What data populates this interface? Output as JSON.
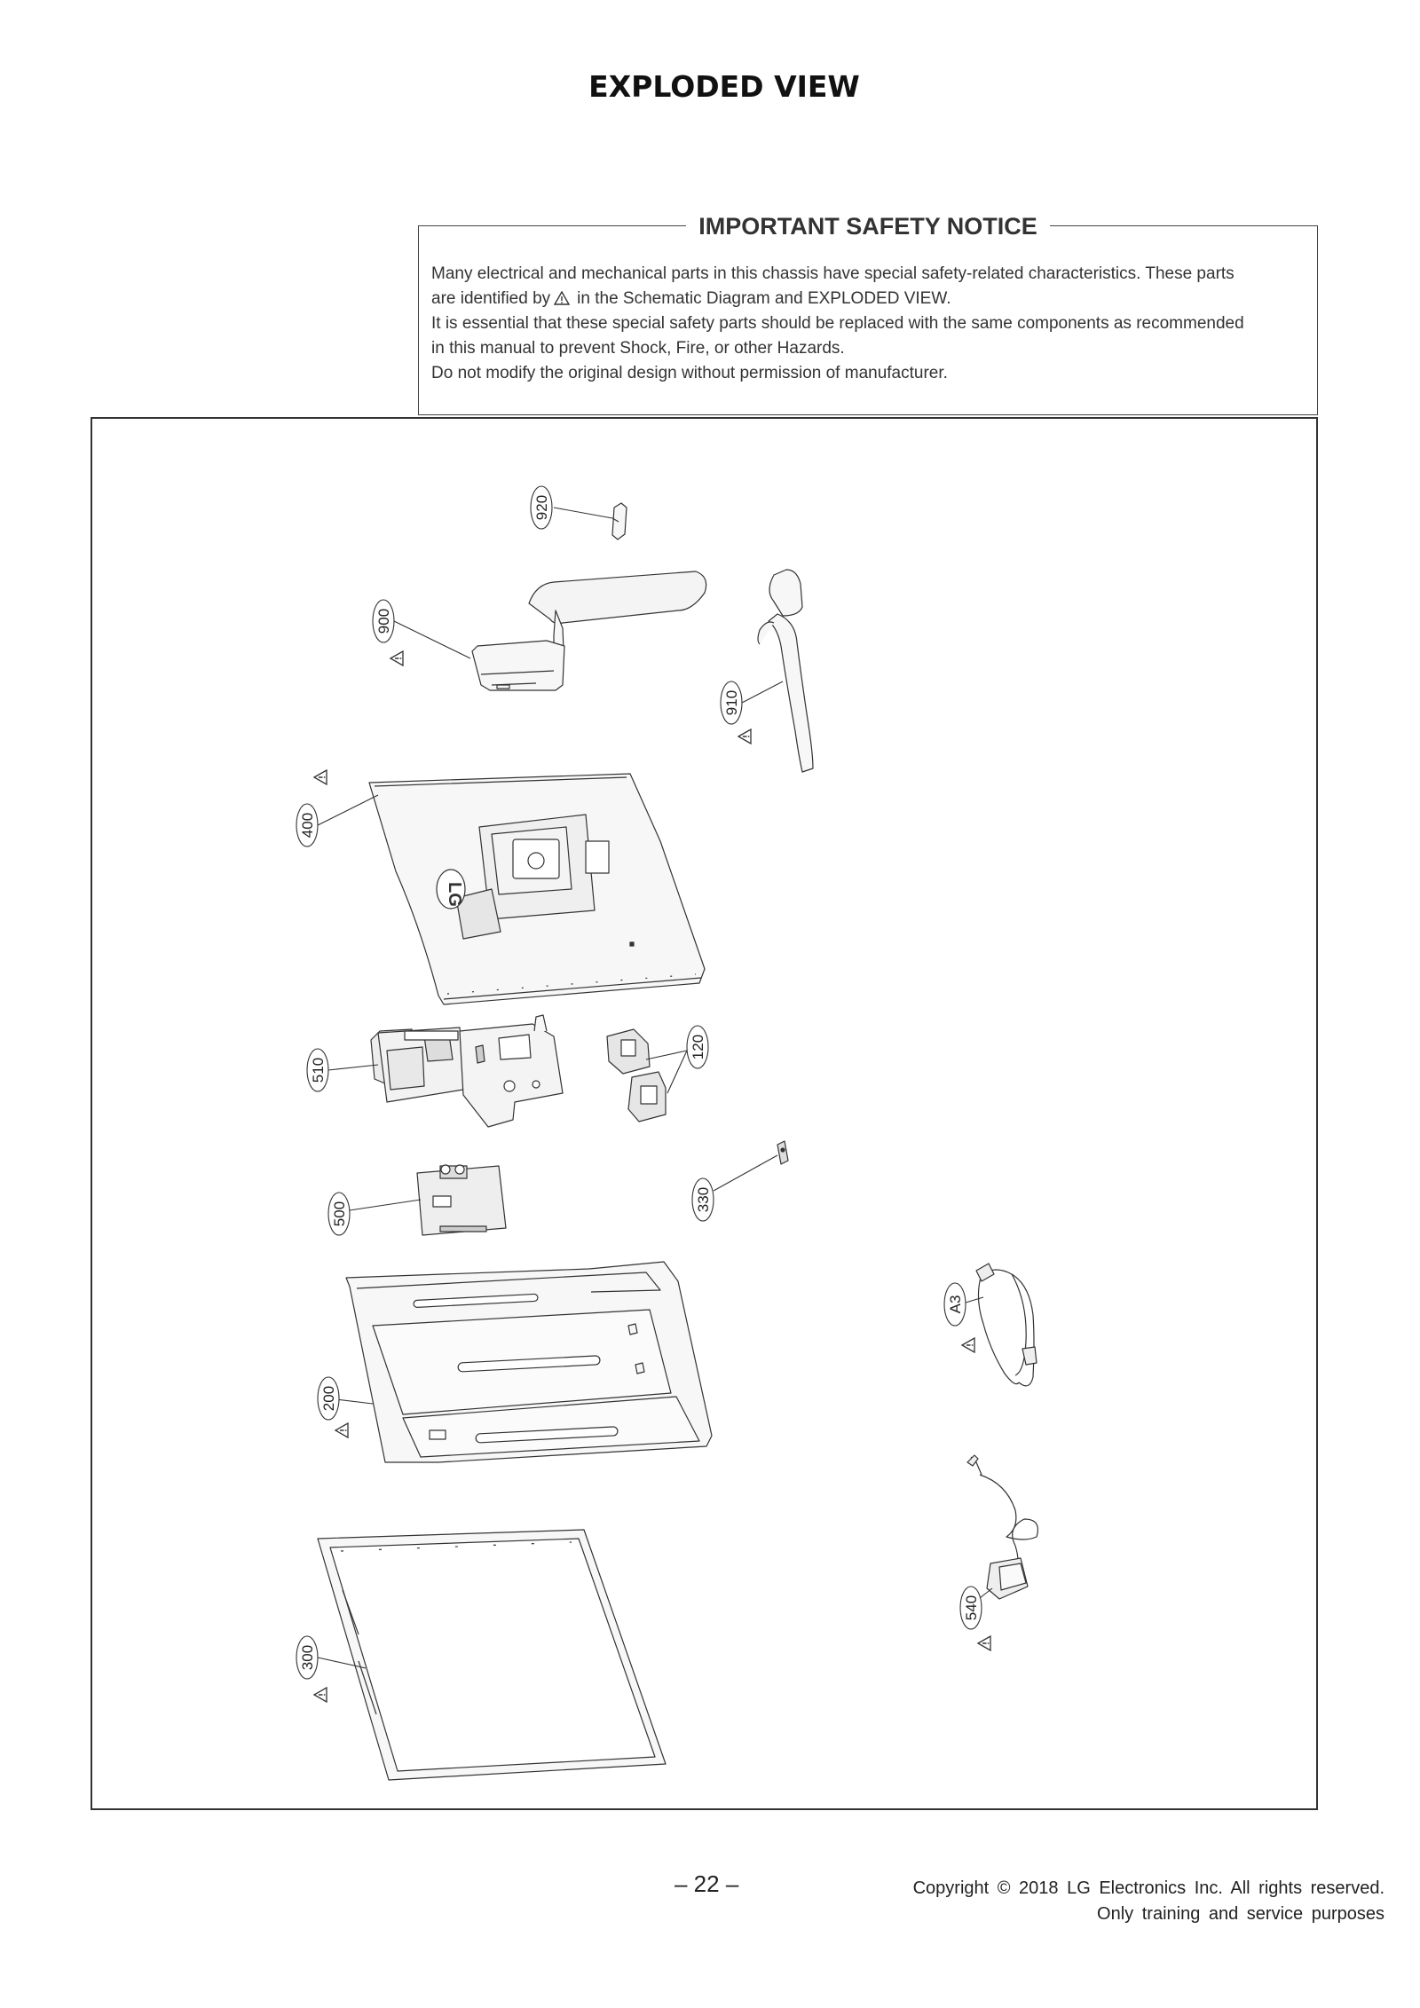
{
  "page": {
    "title": "EXPLODED  VIEW",
    "page_number": "– 22 –"
  },
  "notice": {
    "title": "IMPORTANT SAFETY NOTICE",
    "line1": "Many electrical and mechanical parts in this chassis have special safety-related characteristics. These parts",
    "line2_a": "are identified by",
    "line2_b": "in the Schematic Diagram and EXPLODED VIEW.",
    "line3": "It is essential that these special safety parts should be replaced with the same components as recommended",
    "line4": "in this manual to prevent Shock, Fire, or other Hazards.",
    "line5": "Do not modify the original design without permission of manufacturer."
  },
  "footer": {
    "copyright": "Copyright  ©  2018  LG  Electronics  Inc.  All  rights  reserved.",
    "purpose": "Only  training  and  service  purposes"
  },
  "parts": [
    {
      "ref": "920",
      "safety": false
    },
    {
      "ref": "900",
      "safety": true
    },
    {
      "ref": "910",
      "safety": true
    },
    {
      "ref": "400",
      "safety": true
    },
    {
      "ref": "510",
      "safety": false
    },
    {
      "ref": "120",
      "safety": false
    },
    {
      "ref": "500",
      "safety": false
    },
    {
      "ref": "330",
      "safety": false
    },
    {
      "ref": "A3",
      "safety": true
    },
    {
      "ref": "200",
      "safety": true
    },
    {
      "ref": "540",
      "safety": true
    },
    {
      "ref": "300",
      "safety": true
    }
  ],
  "logo_text": "LG",
  "colors": {
    "line": "#333333",
    "fill": "#f4f4f4",
    "pcb": "#e8e8e8"
  }
}
